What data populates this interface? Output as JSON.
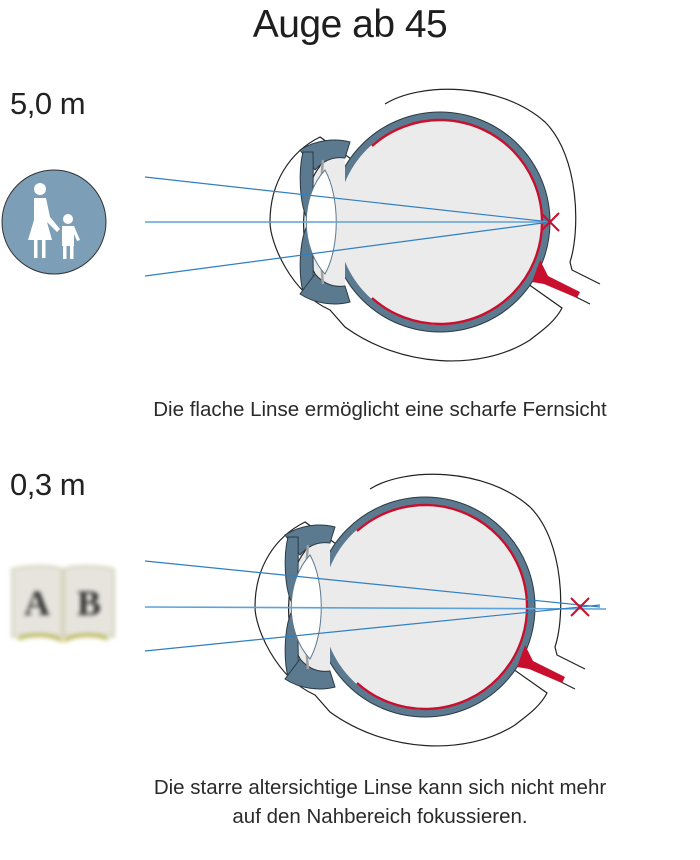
{
  "title": "Auge ab 45",
  "panels": [
    {
      "distance_label": "5,0 m",
      "object_icon": "pedestrian-sign-icon",
      "caption_lines": [
        "Die flache Linse ermöglicht eine scharfe Fernsicht"
      ],
      "focus": "on-retina"
    },
    {
      "distance_label": "0,3 m",
      "object_icon": "blurred-book-icon",
      "book_letters": [
        "A",
        "B"
      ],
      "caption_lines": [
        "Die starre altersichtige Linse kann sich nicht mehr",
        "auf den Nahbereich fokussieren."
      ],
      "focus": "behind-retina"
    }
  ],
  "colors": {
    "ray": "#2f7fc1",
    "retina": "#c8102e",
    "sclera": "#5b7a8f",
    "vitreous": "#ebebeb",
    "sign": "#7d9eb7",
    "ciliary": "#a0a0a0"
  }
}
